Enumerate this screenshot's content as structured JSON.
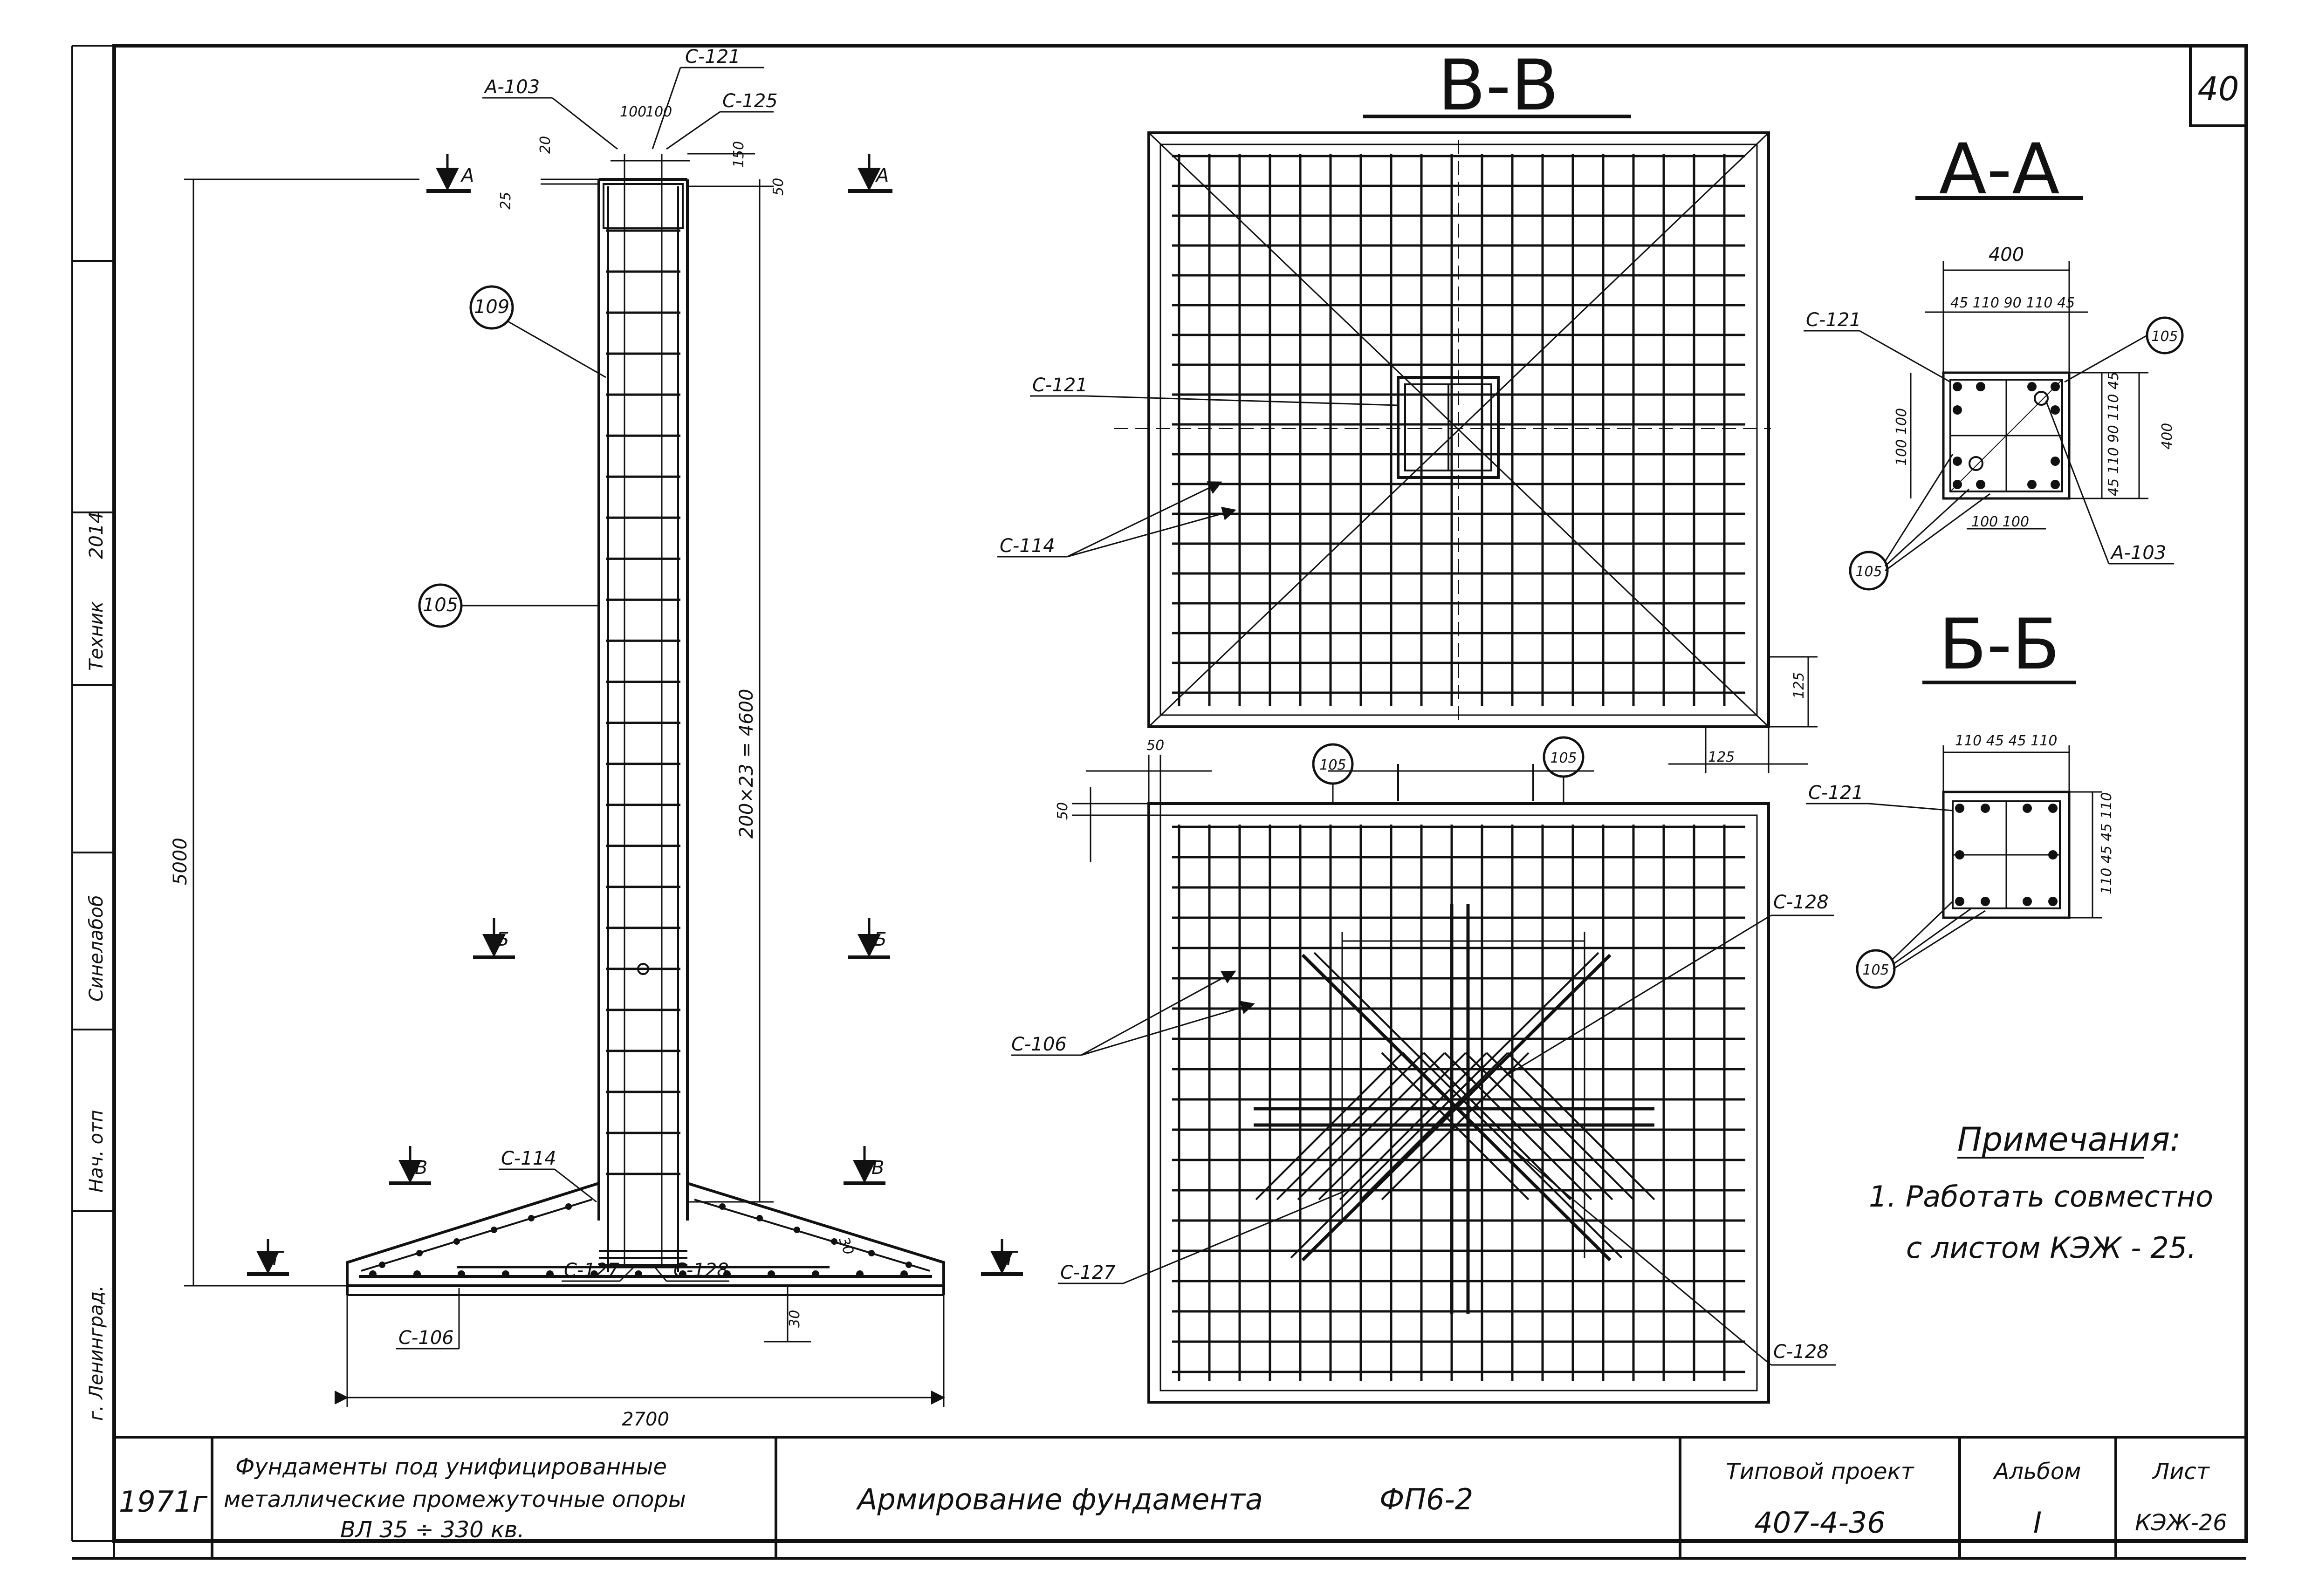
{
  "sheet": {
    "sheet_no_corner": "40",
    "side_stamps": [
      "г. Ленинград.",
      "Нач. отп",
      "Синелабоб",
      "Техник",
      "2014"
    ],
    "title_block": {
      "year": "1971г",
      "desc_1": "Фундаменты под унифицированные",
      "desc_2": "металлические промежуточные опоры",
      "desc_3": "ВЛ 35 ÷ 330 кв.",
      "drawing_title": "Армирование фундамента",
      "drawing_code": "ФП6-2",
      "project_label": "Типовой проект",
      "project_no": "407-4-36",
      "album_label": "Альбом",
      "album_no": "I",
      "sheet_label": "Лист",
      "sheet_no": "КЭЖ-26"
    }
  },
  "elevation": {
    "labels": {
      "a103": "А-103",
      "c121": "С-121",
      "c125": "С-125",
      "d100a": "100",
      "d100b": "100",
      "d20": "20",
      "d25": "25",
      "d150": "150",
      "d50": "50",
      "secA": "А",
      "secA2": "А",
      "m109": "109",
      "m105": "105",
      "h5000": "5000",
      "h4600": "200×23 = 4600",
      "secB": "Б",
      "secB2": "Б",
      "secV": "В",
      "secV2": "В",
      "secG": "Г",
      "secG2": "Г",
      "c114": "С-114",
      "d30a": "30",
      "d30b": "30",
      "c106": "С-106",
      "c127": "С-127",
      "c128": "С-128",
      "w2700": "2700"
    }
  },
  "plan_vv": {
    "title": "В-В",
    "labels": {
      "c121": "С-121",
      "c114": "С-114",
      "d125a": "125",
      "d125b": "125"
    }
  },
  "plan_g": {
    "labels": {
      "d50a": "50",
      "d50b": "50",
      "m105a": "105",
      "m105b": "105",
      "c128a": "С-128",
      "c128b": "С-128",
      "c106": "С-106",
      "c127": "С-127"
    }
  },
  "section_aa": {
    "title": "А-А",
    "labels": {
      "w400": "400",
      "top": "45  110  90  110  45",
      "c121": "С-121",
      "m105a": "105",
      "left": "100  100",
      "right": "45 110 90 110 45",
      "h400": "400",
      "bottom": "100 100",
      "m105b": "105",
      "a103": "А-103"
    }
  },
  "section_bb": {
    "title": "Б-Б",
    "labels": {
      "top": "110 45 45 110",
      "c121": "С-121",
      "right": "110 45 45 110",
      "m105": "105"
    }
  },
  "notes": {
    "heading": "Примечания:",
    "line1": "1. Работать    совместно",
    "line2": "с листом    КЭЖ - 25."
  }
}
